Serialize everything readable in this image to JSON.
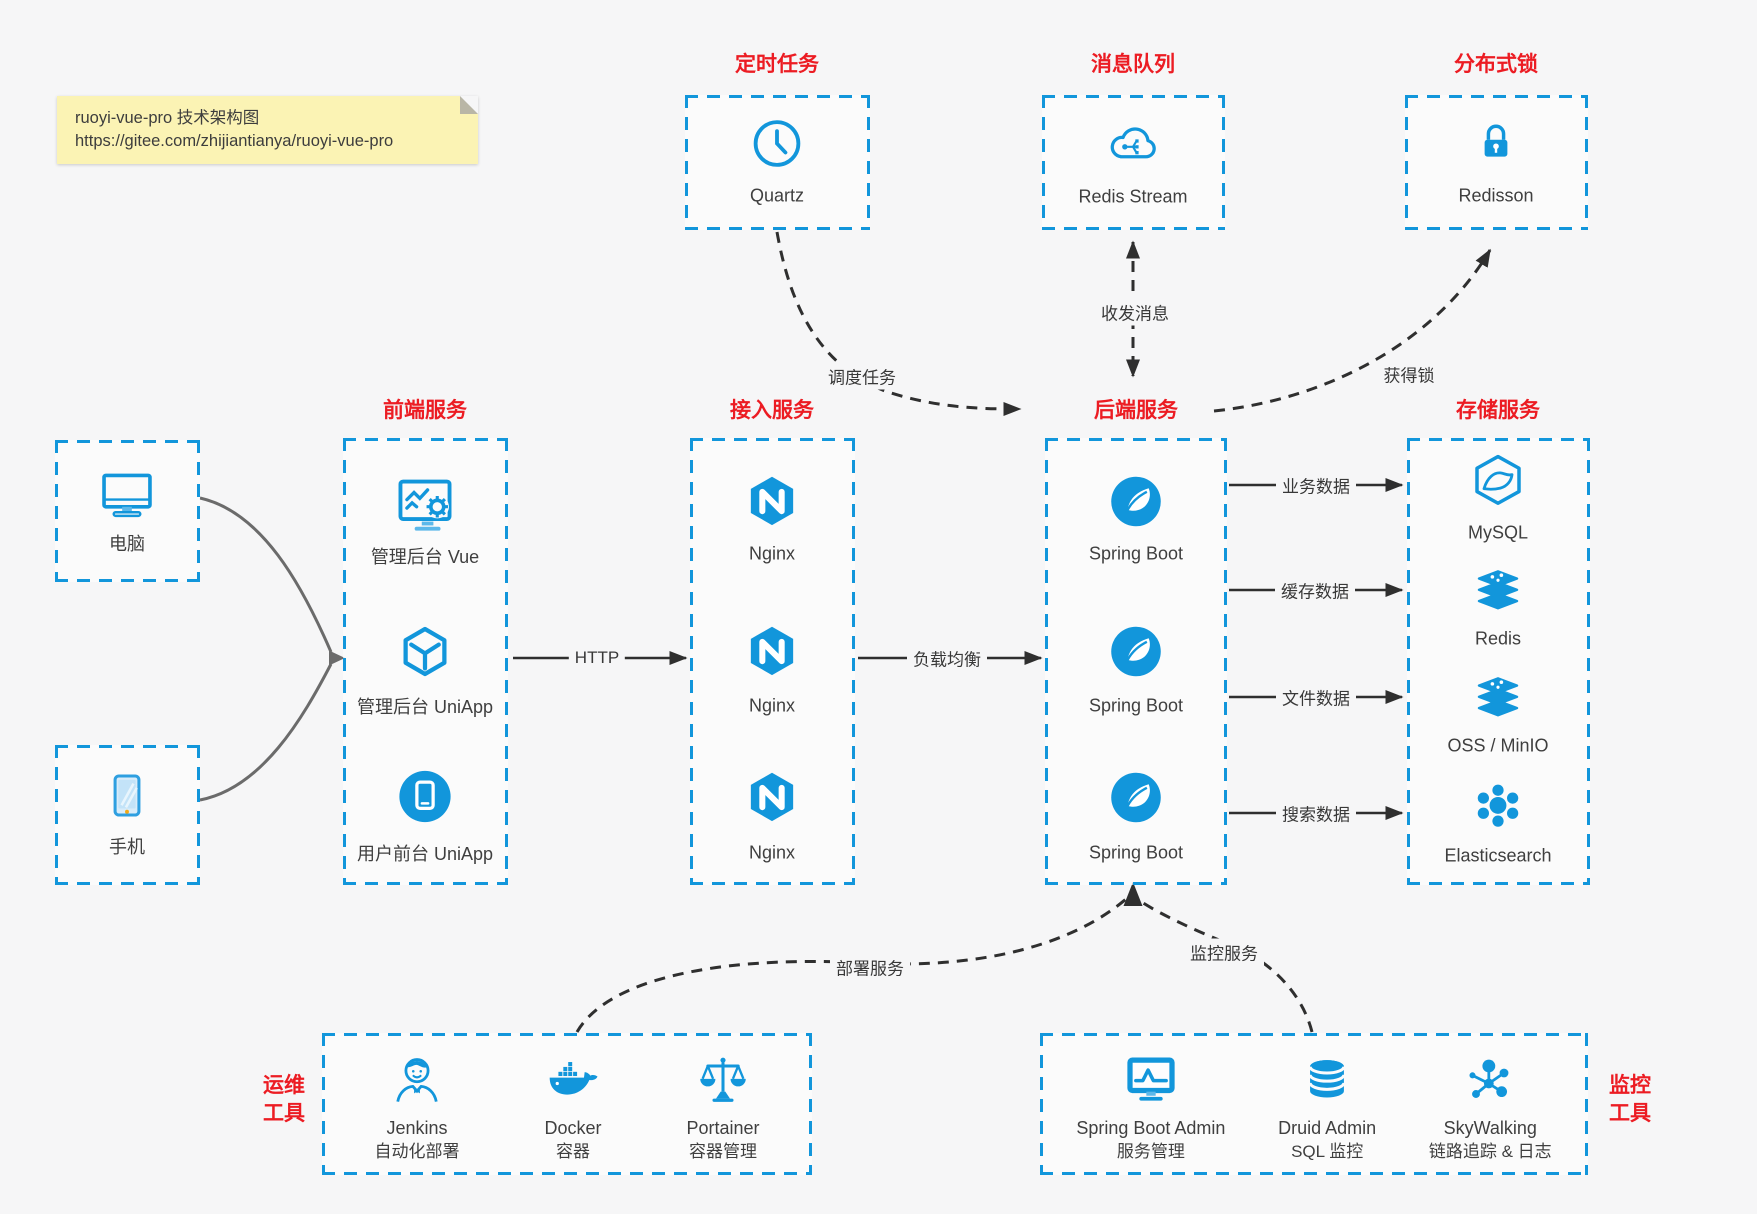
{
  "note": {
    "line1": "ruoyi-vue-pro 技术架构图",
    "line2": "https://gitee.com/zhijiantianya/ruoyi-vue-pro"
  },
  "colors": {
    "accent_blue": "#1296db",
    "title_red": "#ec1c23",
    "note_bg": "#fbf3b4",
    "arrow_dark": "#2f2f2f",
    "arrow_gray": "#6b6b6b"
  },
  "top_services": [
    {
      "title": "定时任务",
      "label": "Quartz",
      "icon": "clock-icon"
    },
    {
      "title": "消息队列",
      "label": "Redis Stream",
      "icon": "cloud-stream-icon"
    },
    {
      "title": "分布式锁",
      "label": "Redisson",
      "icon": "lock-icon"
    }
  ],
  "clients": [
    {
      "label": "电脑",
      "icon": "computer-icon"
    },
    {
      "label": "手机",
      "icon": "phone-icon"
    }
  ],
  "columns": [
    {
      "title": "前端服务",
      "items": [
        "管理后台 Vue",
        "管理后台 UniApp",
        "用户前台 UniApp"
      ]
    },
    {
      "title": "接入服务",
      "items": [
        "Nginx",
        "Nginx",
        "Nginx"
      ]
    },
    {
      "title": "后端服务",
      "items": [
        "Spring Boot",
        "Spring Boot",
        "Spring Boot"
      ]
    },
    {
      "title": "存储服务",
      "items": [
        "MySQL",
        "Redis",
        "OSS / MinIO",
        "Elasticsearch"
      ]
    }
  ],
  "edges": {
    "http": "HTTP",
    "load_balance": "负载均衡",
    "business": "业务数据",
    "cache": "缓存数据",
    "file": "文件数据",
    "search": "搜索数据",
    "schedule": "调度任务",
    "message": "收发消息",
    "lock": "获得锁",
    "deploy": "部署服务",
    "monitor": "监控服务"
  },
  "ops": {
    "label_line1": "运维",
    "label_line2": "工具",
    "items": [
      {
        "name": "Jenkins",
        "desc": "自动化部署"
      },
      {
        "name": "Docker",
        "desc": "容器"
      },
      {
        "name": "Portainer",
        "desc": "容器管理"
      }
    ]
  },
  "monitoring": {
    "label_line1": "监控",
    "label_line2": "工具",
    "items": [
      {
        "name": "Spring Boot Admin",
        "desc": "服务管理"
      },
      {
        "name": "Druid Admin",
        "desc": "SQL 监控"
      },
      {
        "name": "SkyWalking",
        "desc": "链路追踪 & 日志"
      }
    ]
  }
}
